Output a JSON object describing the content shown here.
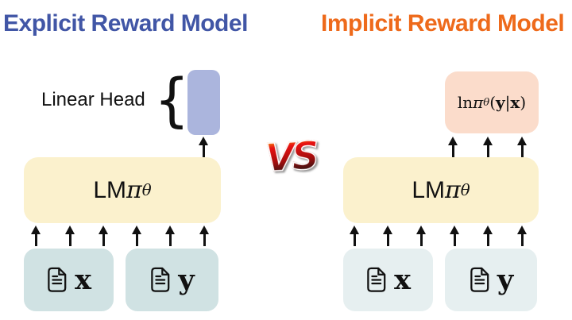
{
  "titles": {
    "left": "Explicit Reward Model",
    "right": "Implicit Reward Model"
  },
  "vs_label": "VS",
  "left_panel": {
    "linear_head_label": "Linear Head",
    "brace": "{",
    "lm_label": {
      "name": "LM ",
      "pi": "π",
      "theta_sub": "θ"
    },
    "inputs": [
      {
        "symbol": "x",
        "icon": "document-icon"
      },
      {
        "symbol": "y",
        "icon": "document-icon"
      }
    ]
  },
  "right_panel": {
    "log_prob": {
      "ln": "ln ",
      "pi": "π",
      "theta_sub": "θ",
      "open_paren": "(",
      "y_bold": "y",
      "bar": "|",
      "x_bold": "x",
      "close_paren": ")"
    },
    "lm_label": {
      "name": "LM ",
      "pi": "π",
      "theta_sub": "θ"
    },
    "inputs": [
      {
        "symbol": "x",
        "icon": "document-icon"
      },
      {
        "symbol": "y",
        "icon": "document-icon"
      }
    ]
  },
  "colors": {
    "explicit_title": "#4156a6",
    "implicit_title": "#ee6a1b",
    "linear_head_box": "#abb5dd",
    "lm_box": "#fbf1cd",
    "log_prob_box": "#fbdccb",
    "input_box_explicit": "#d0e2e3",
    "input_box_implicit": "#e6eff0",
    "arrow": "#111111",
    "vs_gradient_top": "#ffdd00",
    "vs_gradient_mid": "#e81212",
    "vs_gradient_bottom": "#151515"
  }
}
